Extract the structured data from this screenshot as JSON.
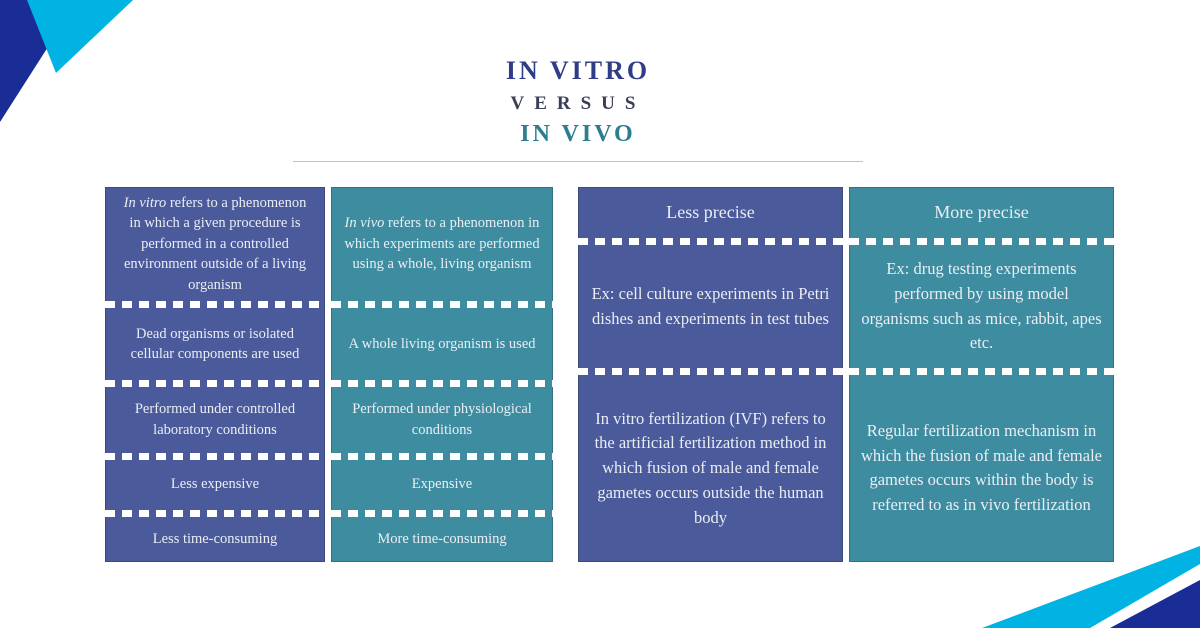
{
  "title": {
    "in_vitro": "IN VITRO",
    "versus": "VERSUS",
    "in_vivo": "IN VIVO"
  },
  "colors": {
    "blue": "#4a5a9a",
    "teal": "#3e8ca0",
    "navy_accent": "#1a2c96",
    "cyan_accent": "#00b3e3",
    "title_in_vitro": "#303c85",
    "title_versus": "#3a3f55",
    "title_in_vivo": "#2b7d92"
  },
  "columns": [
    {
      "theme": "blue",
      "sections": [
        {
          "lead": "In vitro",
          "rest": " refers to a phenomenon in which a given procedure is performed in a controlled environment outside of a living organism"
        },
        {
          "text": "Dead organisms or isolated cellular components are used"
        },
        {
          "text": "Performed under controlled laboratory conditions"
        },
        {
          "text": "Less expensive"
        },
        {
          "text": "Less time-consuming"
        }
      ]
    },
    {
      "theme": "teal",
      "sections": [
        {
          "lead": "In vivo",
          "rest": " refers to a phenomenon in which experiments are performed using a whole, living organism"
        },
        {
          "text": "A whole living organism is used"
        },
        {
          "text": "Performed under physiological conditions"
        },
        {
          "text": "Expensive"
        },
        {
          "text": "More time-consuming"
        }
      ]
    },
    {
      "theme": "blue",
      "sections": [
        {
          "text": "Less precise"
        },
        {
          "text": "Ex: cell culture experiments in Petri dishes and experiments in test tubes"
        },
        {
          "text": "In vitro fertilization (IVF) refers to the artificial fertilization method in which fusion of male and female gametes occurs outside the human body"
        }
      ]
    },
    {
      "theme": "teal",
      "sections": [
        {
          "text": "More precise"
        },
        {
          "text": "Ex: drug testing experiments performed by using model organisms such as mice, rabbit, apes etc."
        },
        {
          "text": "Regular fertilization mechanism in which the fusion of male and female gametes occurs within the body is referred to as in vivo fertilization"
        }
      ]
    }
  ]
}
